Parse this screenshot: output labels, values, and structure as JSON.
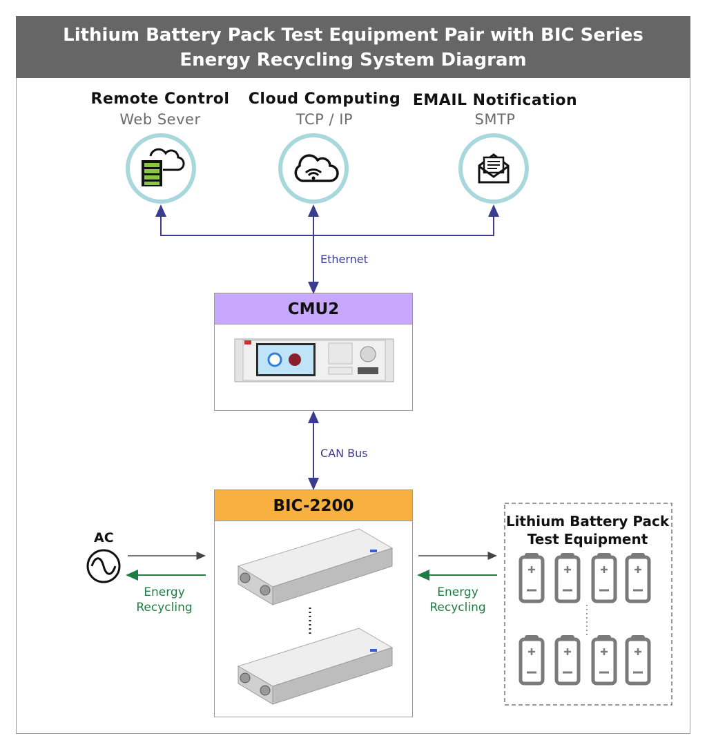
{
  "title": {
    "line1": "Lithium Battery Pack Test Equipment Pair with BIC Series",
    "line2": "Energy Recycling System Diagram"
  },
  "services": [
    {
      "title": "Remote Control",
      "subtitle": "Web Sever",
      "icon": "server-cloud-icon"
    },
    {
      "title": "Cloud Computing",
      "subtitle": "TCP / IP",
      "icon": "wifi-cloud-icon"
    },
    {
      "title": "EMAIL Notification",
      "subtitle": "SMTP",
      "icon": "envelope-icon"
    }
  ],
  "links": {
    "ethernet": "Ethernet",
    "canbus": "CAN Bus"
  },
  "cmu": {
    "label": "CMU2",
    "header_color": "#c8a8ff"
  },
  "bic": {
    "label": "BIC-2200",
    "header_color": "#f8b040"
  },
  "ac": {
    "label": "AC"
  },
  "energy_left": {
    "line1": "Energy",
    "line2": "Recycling"
  },
  "energy_right": {
    "line1": "Energy",
    "line2": "Recycling"
  },
  "battery": {
    "line1": "Lithium Battery Pack",
    "line2": "Test Equipment"
  },
  "colors": {
    "title_bg": "#666666",
    "link_blue": "#3b3b8f",
    "recycle_green": "#1e7d43",
    "icon_ring": "#a8d8dc",
    "battery_gray": "#7a7a7a"
  }
}
